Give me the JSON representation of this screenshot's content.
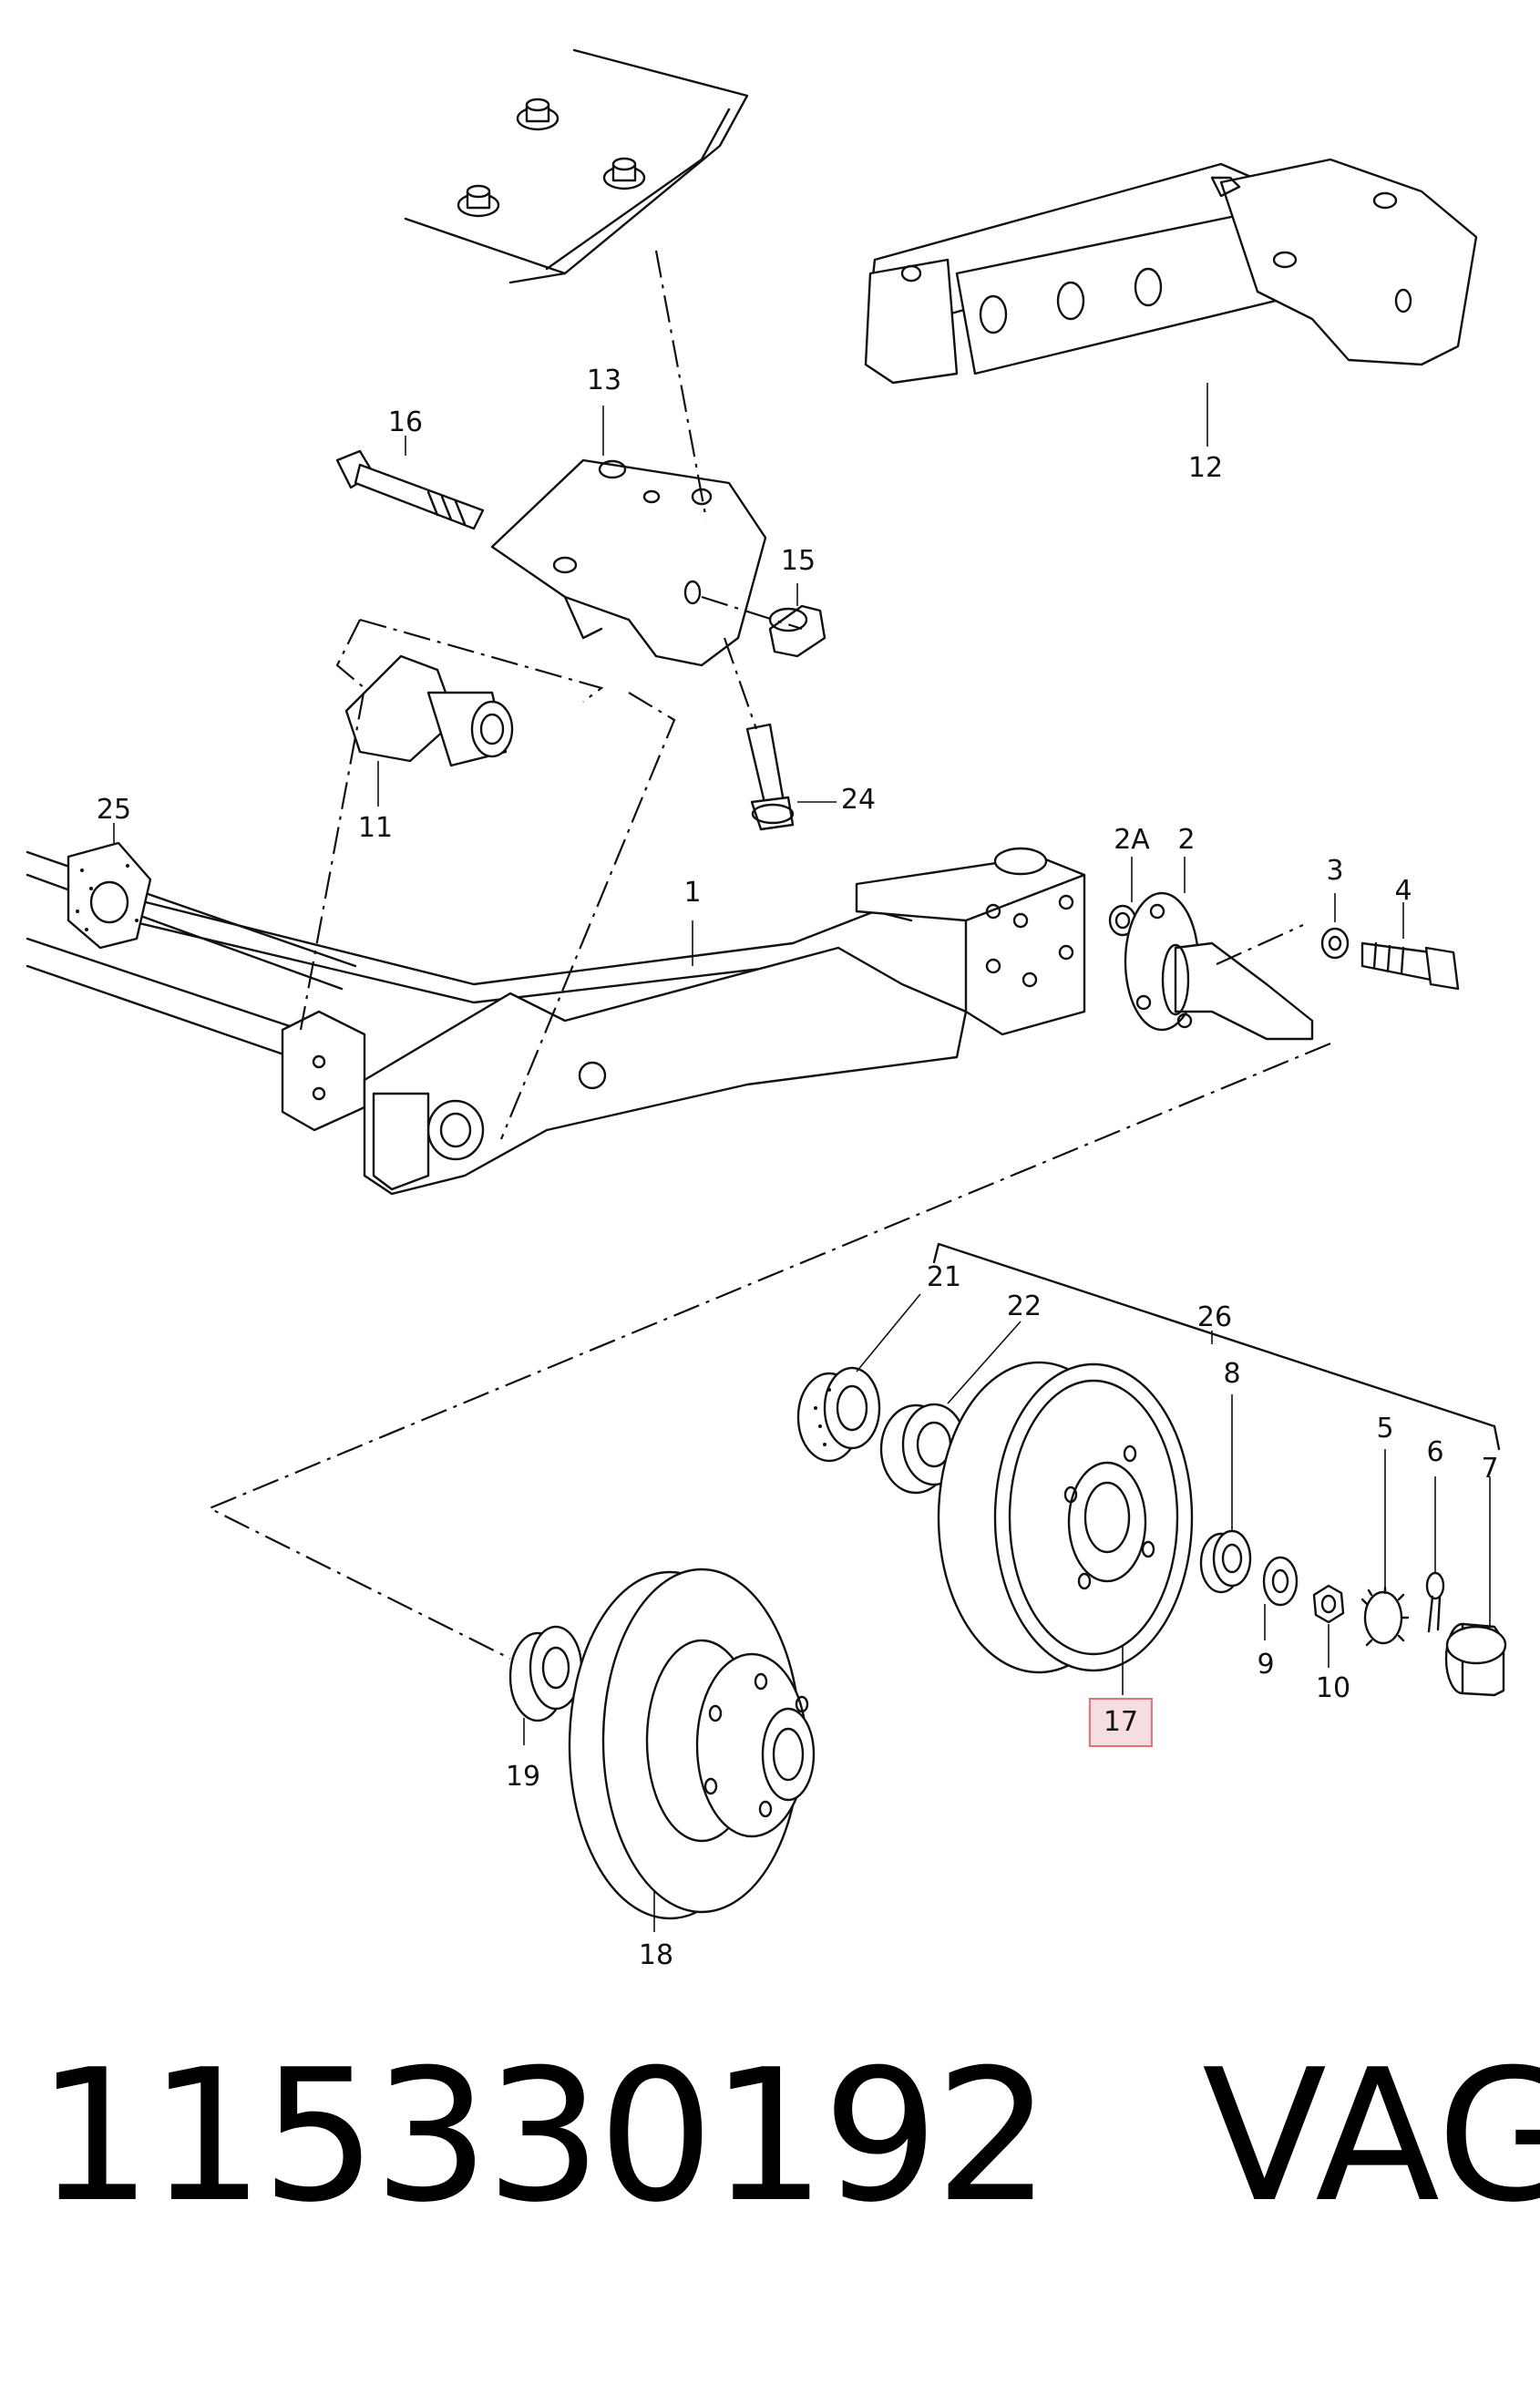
{
  "parts": [
    "1",
    "2A",
    "2",
    "3",
    "4",
    "5",
    "6",
    "7",
    "8",
    "9",
    "10",
    "11",
    "12",
    "13",
    "15",
    "16",
    "17",
    "18",
    "19",
    "21",
    "22",
    "24",
    "25",
    "26"
  ],
  "highlighted_part": "17",
  "footer": {
    "part_number": "115330192",
    "brand": "VAG"
  },
  "colors": {
    "highlight_border": "#e0707a",
    "highlight_fill": "#f6dde0",
    "line": "#111111"
  }
}
